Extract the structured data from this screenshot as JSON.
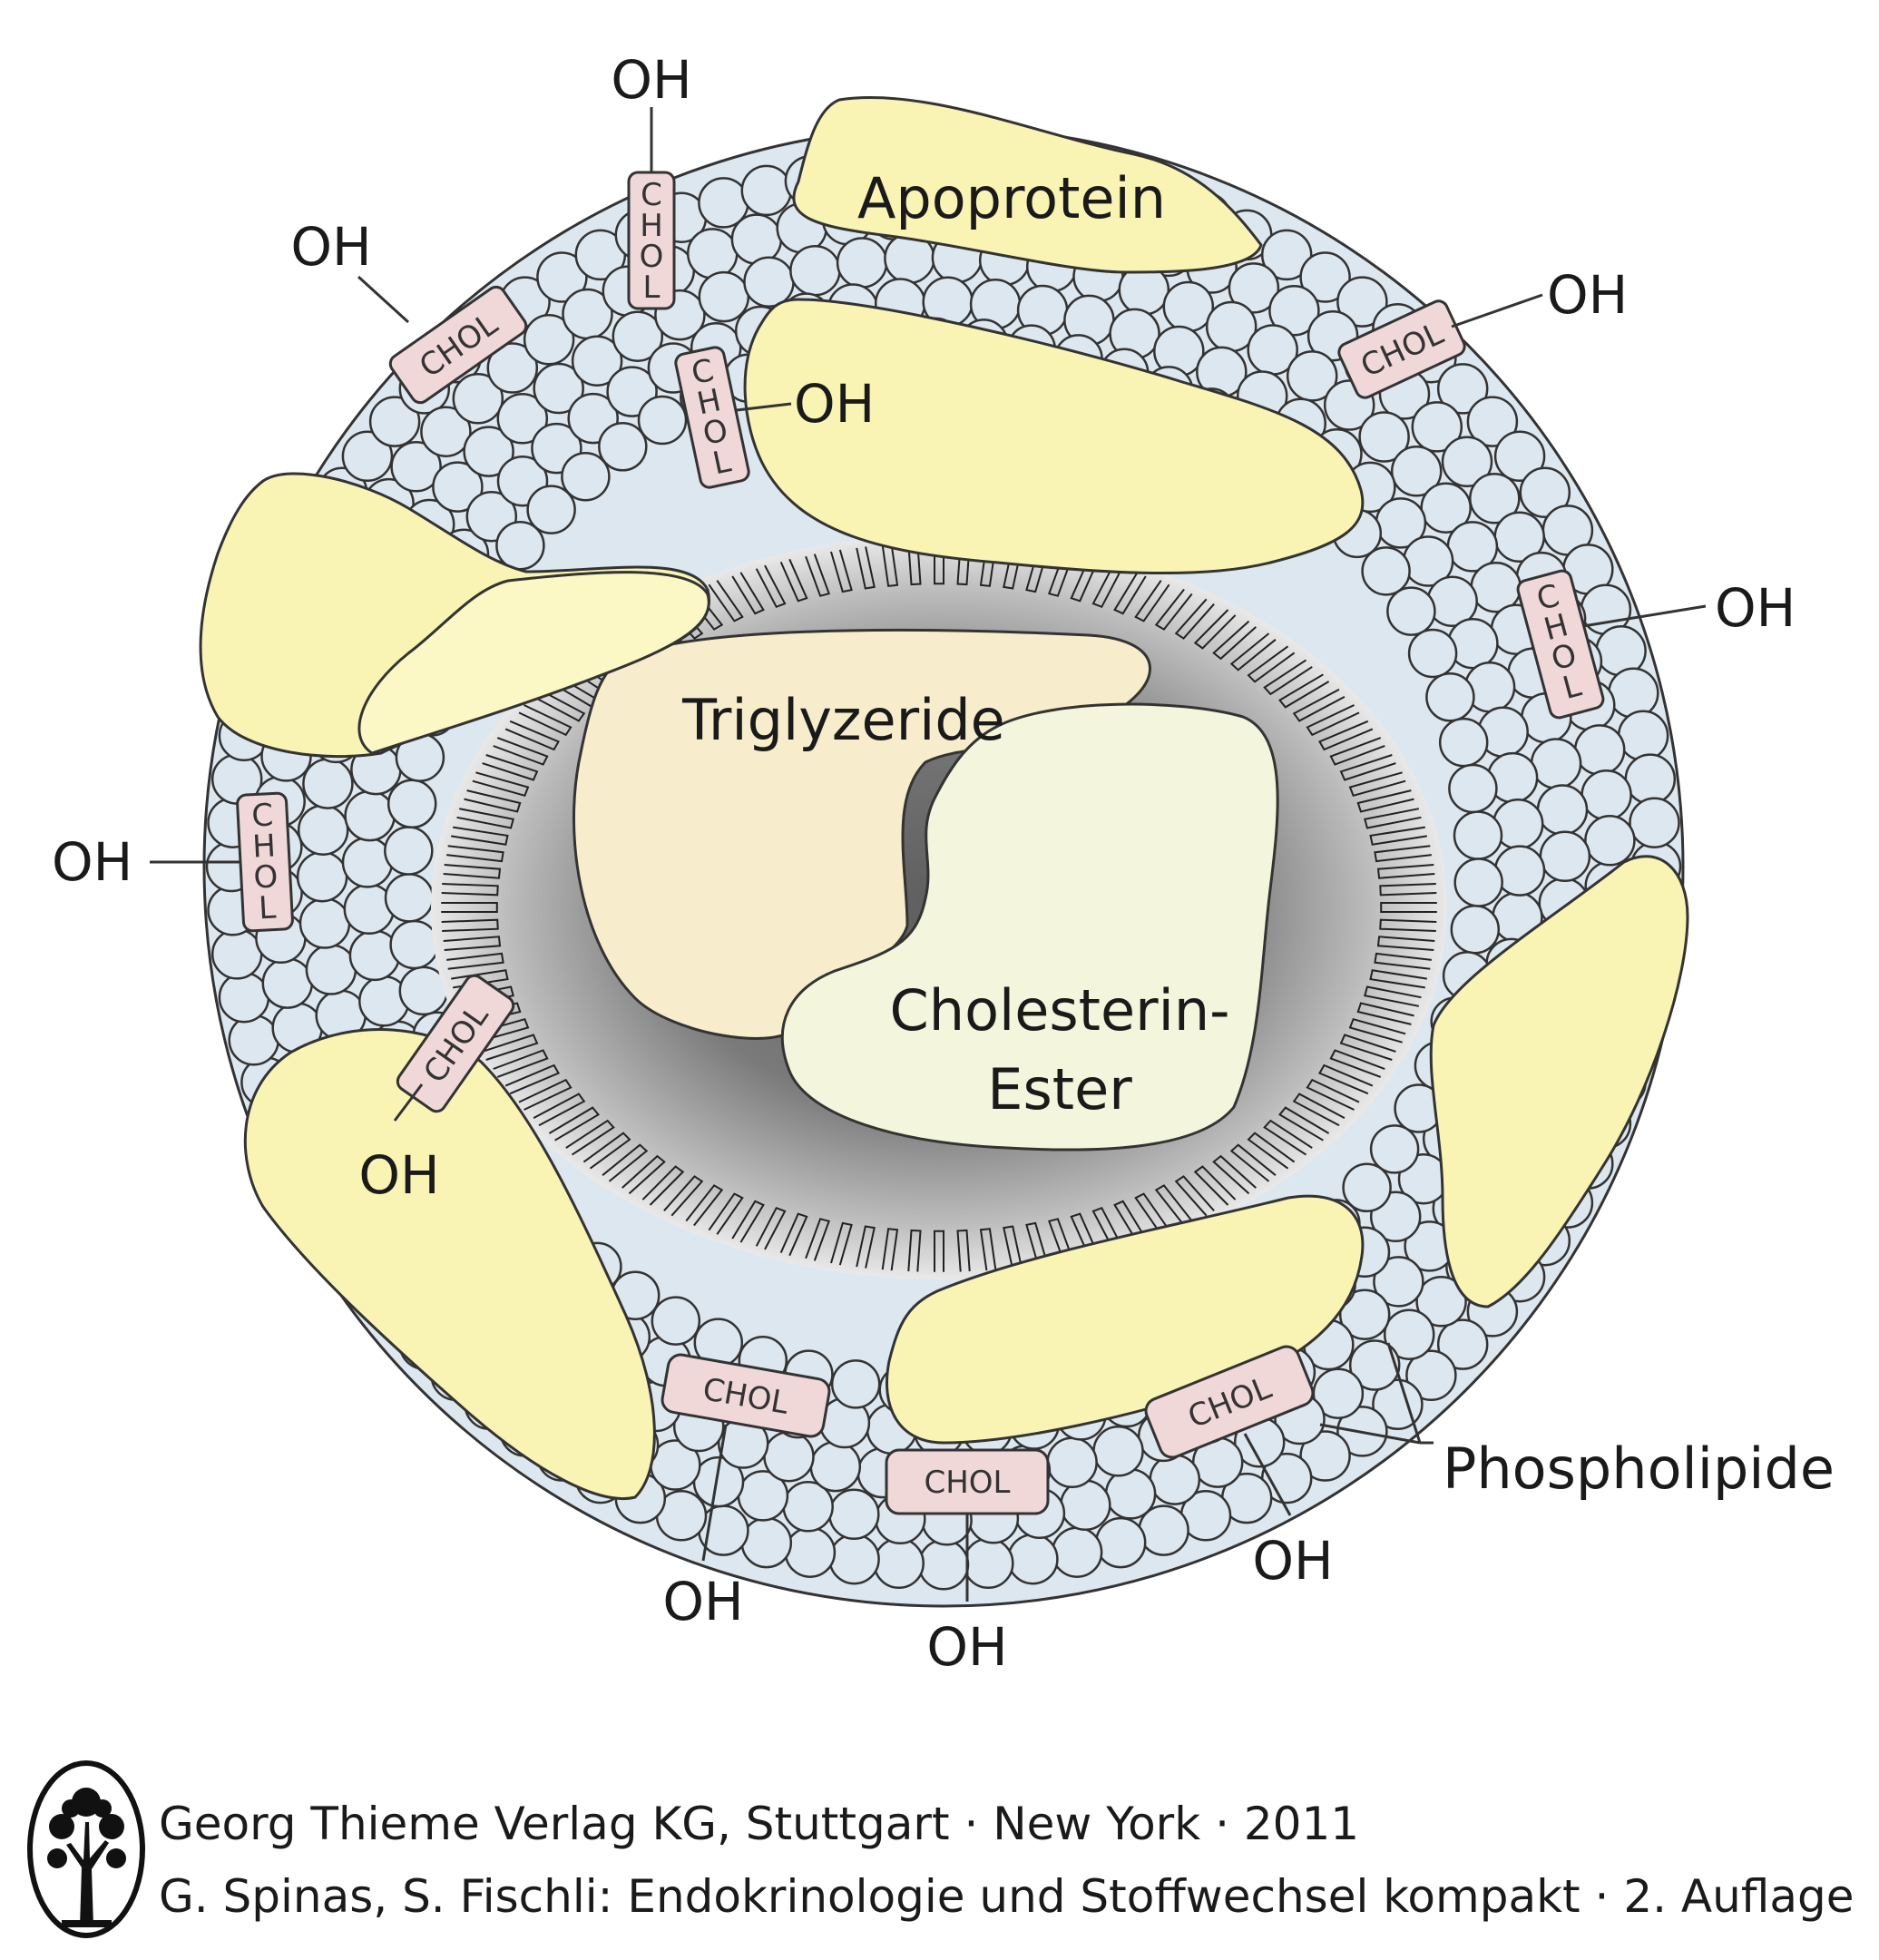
{
  "labels": {
    "apoprotein": "Apoprotein",
    "triglyzeride": "Triglyzeride",
    "cholesterin_ester_line1": "Cholesterin-",
    "cholesterin_ester_line2": "Ester",
    "phospholipide": "Phospholipide",
    "chol": "CHOL",
    "oh": "OH"
  },
  "credit": {
    "line1": "Georg Thieme Verlag KG, Stuttgart · New York · 2011",
    "line2": "G. Spinas, S. Fischli: Endokrinologie und Stoffwechsel kompakt · 2. Auflage"
  },
  "colors": {
    "phospholipid_head": "#dde7ef",
    "apoprotein": "#f9f4b4",
    "triglyzeride": "#f7edcc",
    "cholesterin_ester": "#f3f6dc",
    "cholesterol": "#f0d8d8",
    "core_dark": "#777777"
  },
  "icons": {
    "publisher_logo": "tree-in-oval-logo"
  }
}
